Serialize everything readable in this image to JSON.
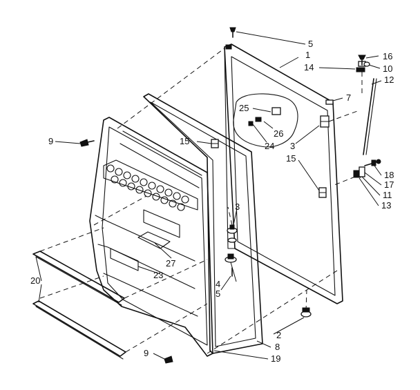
{
  "diagram": {
    "labels": {
      "p1": "1",
      "p2": "2",
      "p3a": "3",
      "p3b": "3",
      "p4": "4",
      "p5a": "5",
      "p5b": "5",
      "p7": "7",
      "p8": "8",
      "p9a": "9",
      "p9b": "9",
      "p10": "10",
      "p11": "11",
      "p12": "12",
      "p13": "13",
      "p14": "14",
      "p15a": "15",
      "p15b": "15",
      "p16": "16",
      "p17": "17",
      "p18": "18",
      "p19": "19",
      "p20": "20",
      "p23": "23",
      "p24": "24",
      "p25": "25",
      "p26": "26",
      "p27": "27"
    }
  }
}
